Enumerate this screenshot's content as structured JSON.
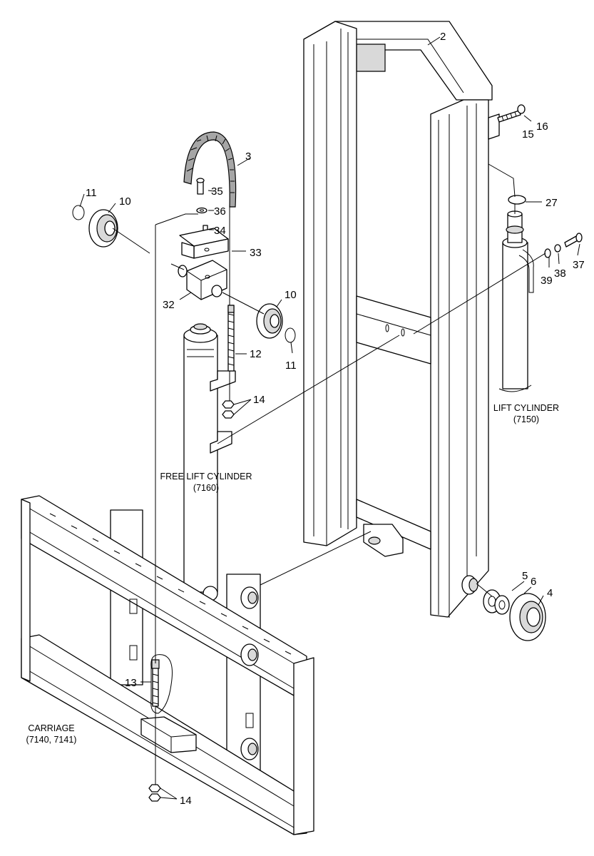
{
  "callouts": {
    "c2": "2",
    "c3": "3",
    "c4": "4",
    "c5": "5",
    "c6": "6",
    "c10a": "10",
    "c10b": "10",
    "c11a": "11",
    "c11b": "11",
    "c12": "12",
    "c13": "13",
    "c14a": "14",
    "c14b": "14",
    "c15": "15",
    "c16": "16",
    "c27": "27",
    "c32": "32",
    "c33": "33",
    "c34": "34",
    "c35": "35",
    "c36": "36",
    "c37": "37",
    "c38": "38",
    "c39": "39"
  },
  "captions": {
    "free_lift_cylinder": {
      "line1": "FREE LIFT CYLINDER",
      "line2": "(7160)"
    },
    "lift_cylinder": {
      "line1": "LIFT CYLINDER",
      "line2": "(7150)"
    },
    "carriage": {
      "line1": "CARRIAGE",
      "line2": "(7140, 7141)"
    }
  }
}
